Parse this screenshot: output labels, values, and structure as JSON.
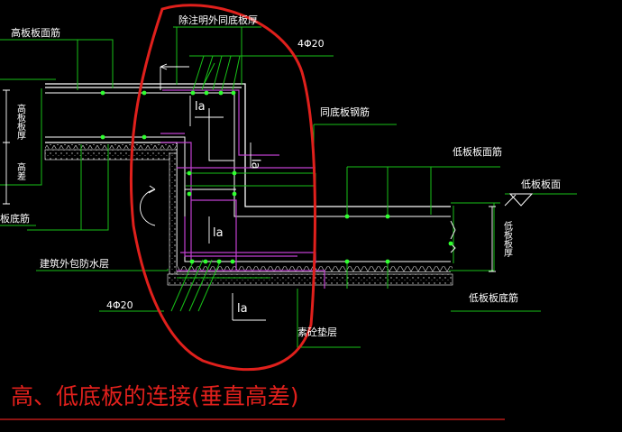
{
  "labels": {
    "high_top_bar": "高板板面筋",
    "unless_noted": "除注明外同底板厚",
    "bar_spec_top": "4Φ20",
    "same_bottom_bar": "同底板钢筋",
    "low_top_bar": "低板板面筋",
    "low_slab_surface": "低板板面",
    "high_slab_bottom_bar": "板底筋",
    "waterproof": "建筑外包防水层",
    "bar_spec_bottom": "4Φ20",
    "low_bottom_bar": "低板板底筋",
    "cushion": "素砼垫层",
    "high_thickness": "高板板厚",
    "high_height": "高差",
    "low_thickness": "低板板厚",
    "la_1": "la",
    "la_2": "la",
    "la_3": "la",
    "la_4": "la"
  },
  "title": "高、低底板的连接(垂直高差)",
  "colors": {
    "background": "#000000",
    "rebar": "#ffffff",
    "stirrup": "#c040d0",
    "leader": "#18c018",
    "dot": "#30ff30",
    "highlight": "#e0201c",
    "title": "#e0201c"
  }
}
